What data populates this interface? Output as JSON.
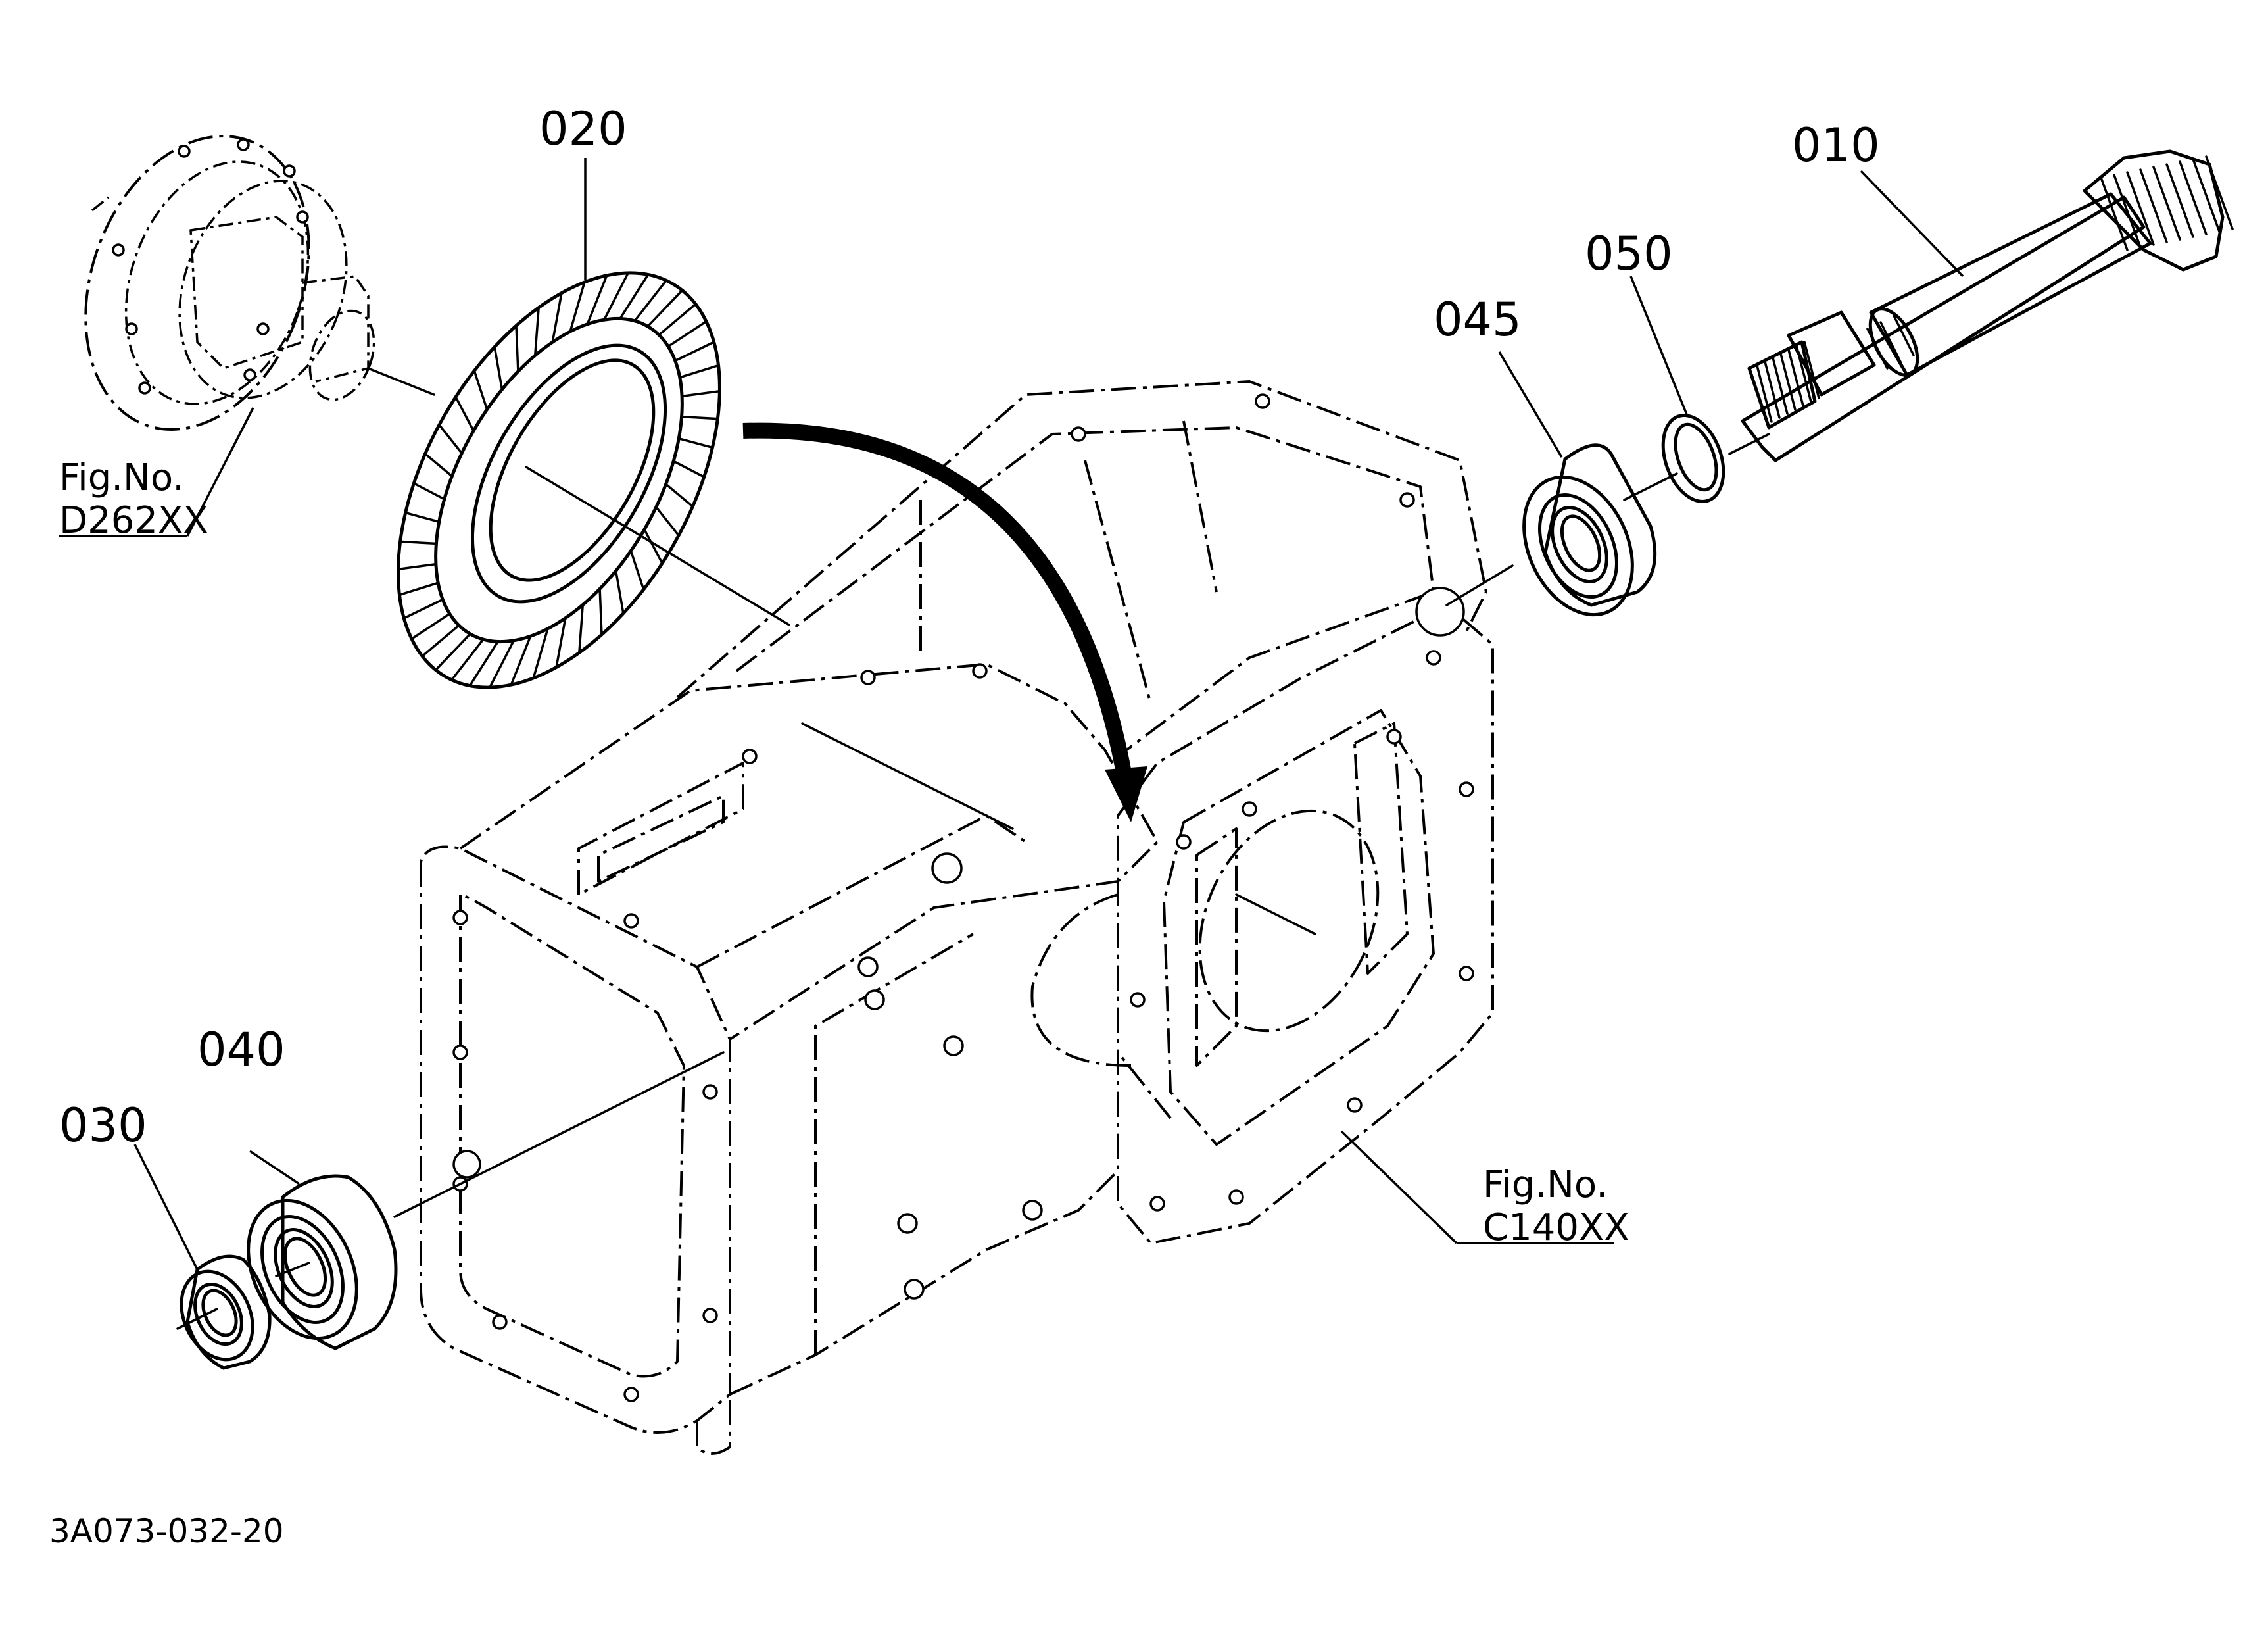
{
  "callouts": [
    {
      "id": "010",
      "label": "010"
    },
    {
      "id": "020",
      "label": "020"
    },
    {
      "id": "030",
      "label": "030"
    },
    {
      "id": "040",
      "label": "040"
    },
    {
      "id": "045",
      "label": "045"
    },
    {
      "id": "050",
      "label": "050"
    }
  ],
  "figure_refs": {
    "differential": {
      "title": "Fig.No.",
      "code": "D262XX"
    },
    "case": {
      "title": "Fig.No.",
      "code": "C140XX"
    }
  },
  "drawing_number": "3A073-032-20"
}
